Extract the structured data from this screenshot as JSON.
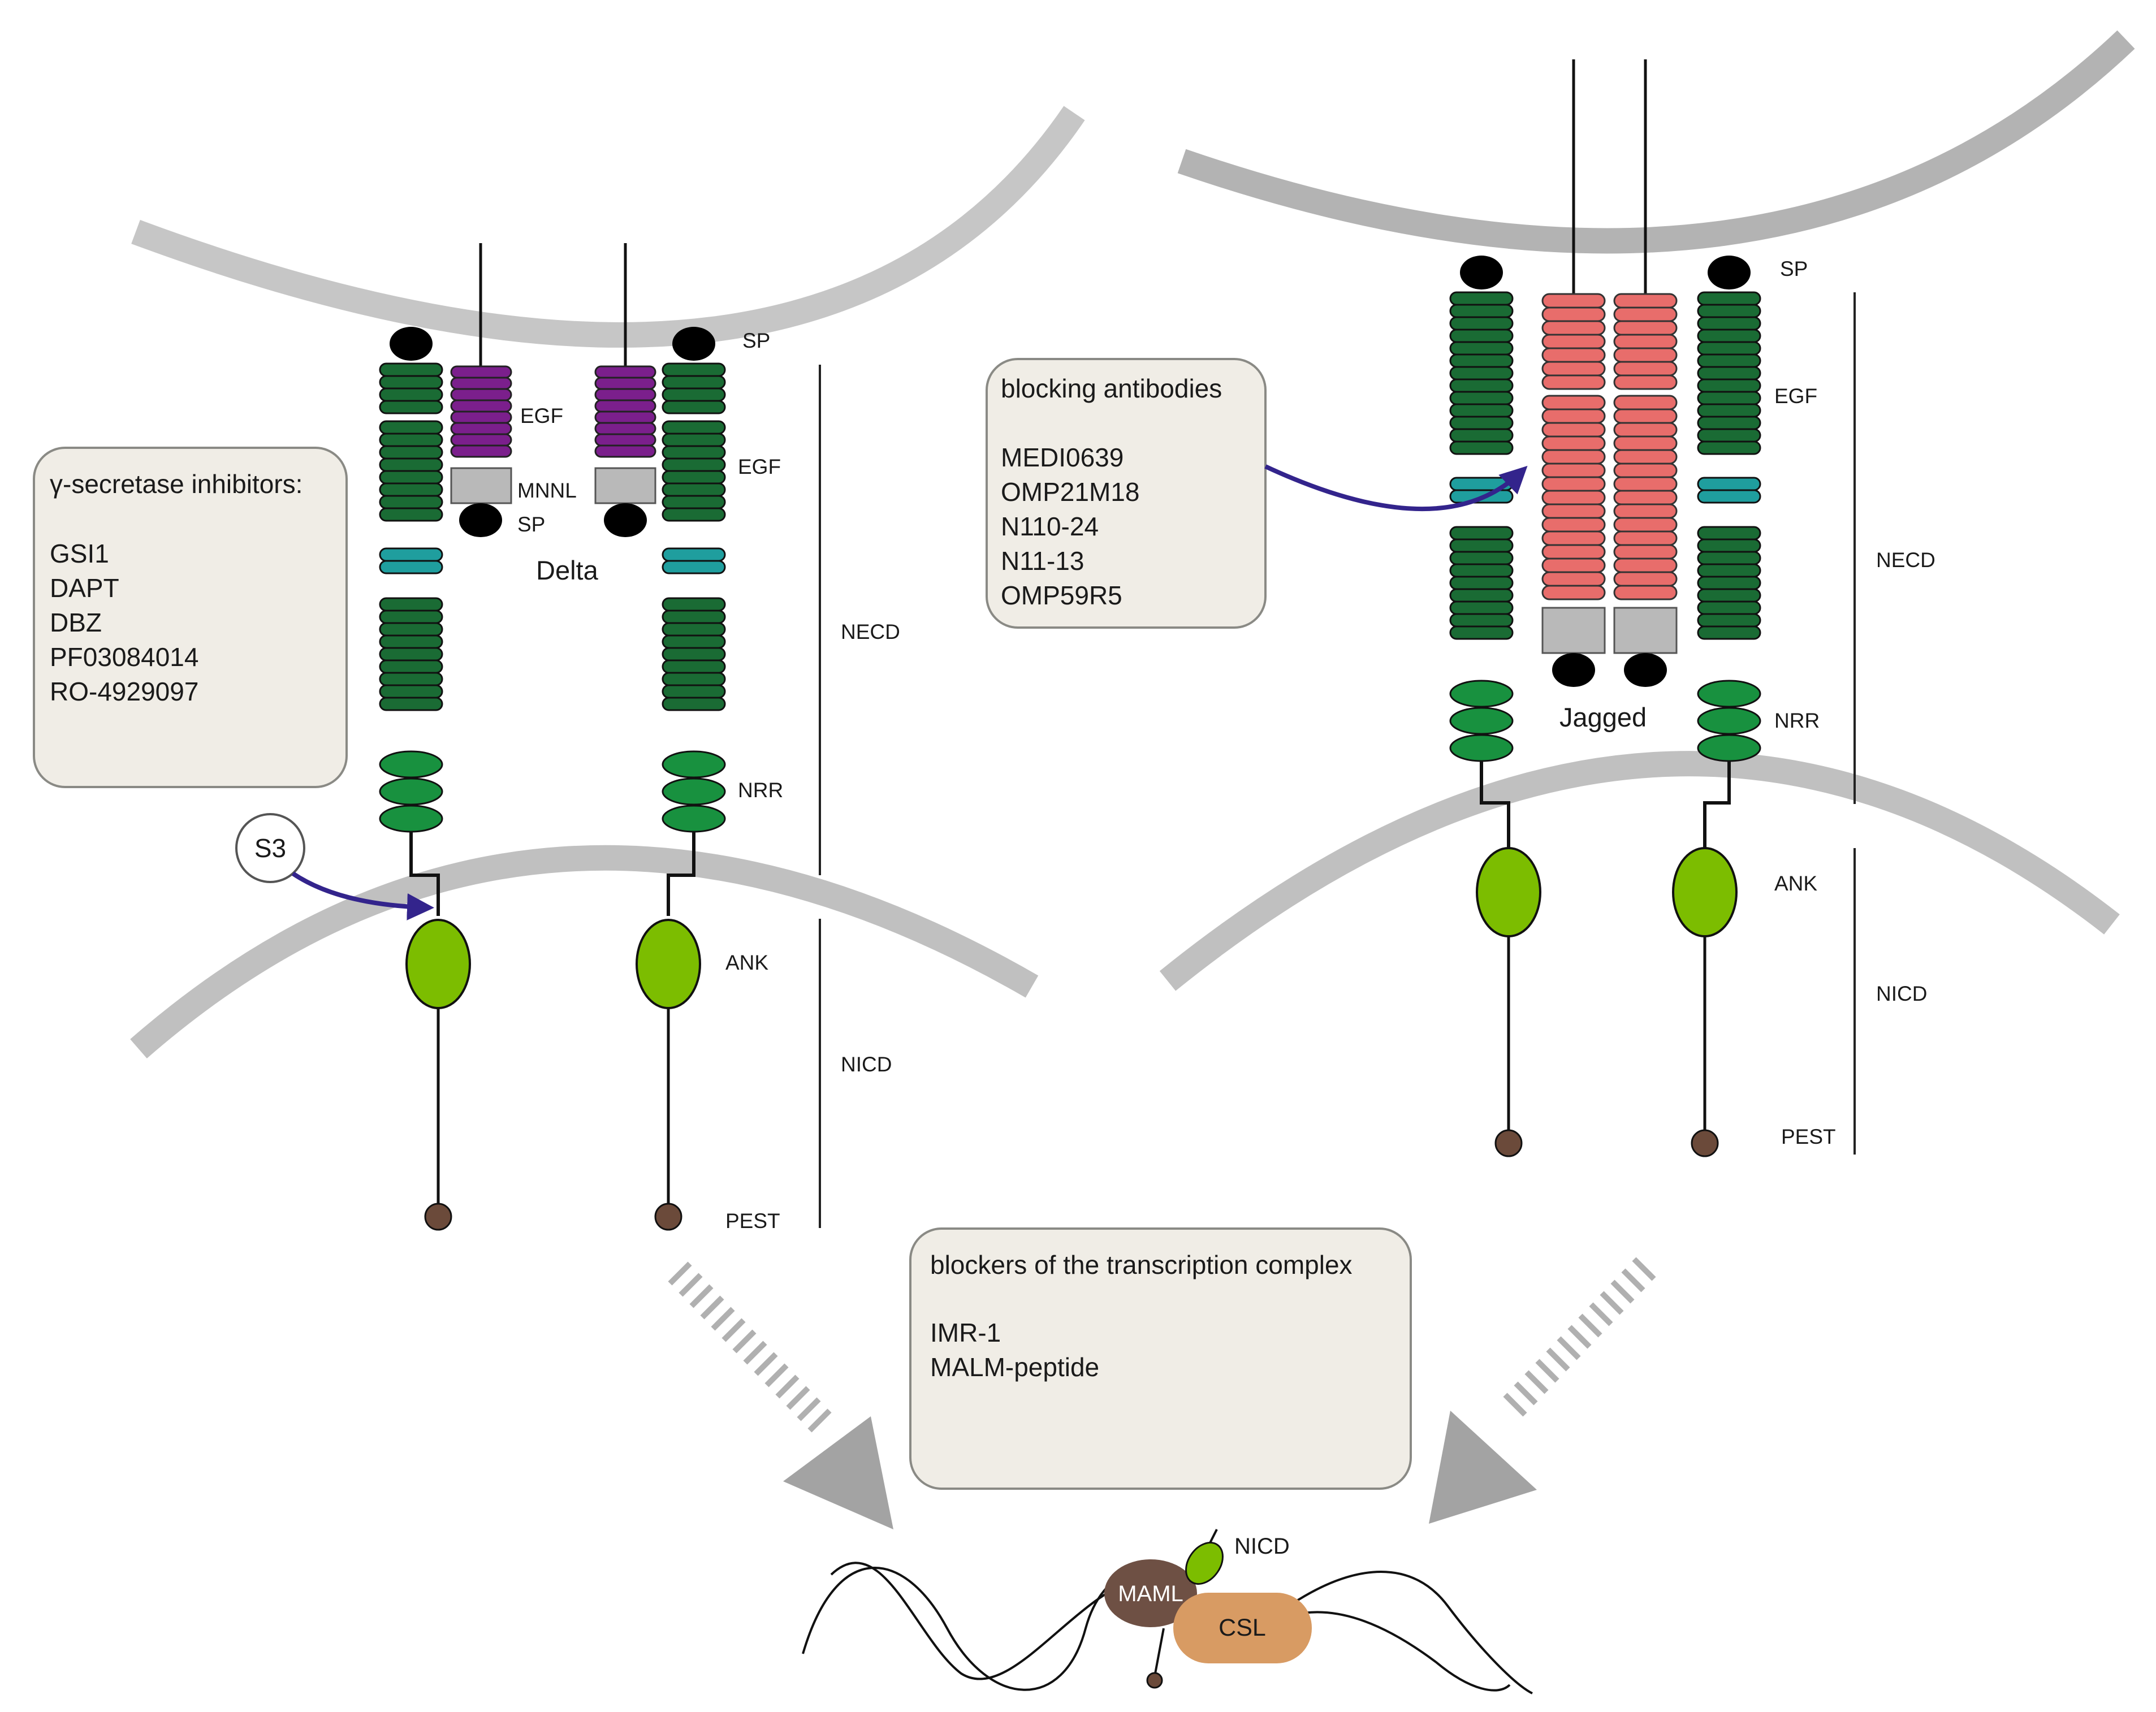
{
  "colors": {
    "membrane_light": "#c6c6c6",
    "membrane_dark": "#b3b3b3",
    "egf_dark": "#1a6b34",
    "egf_purple": "#7b1f8c",
    "jagged_red": "#e86d6b",
    "teal": "#1f9e9e",
    "nrr_green": "#18913f",
    "ank_green": "#7cbd00",
    "pest_brown": "#6b4a3a",
    "box_fill": "#f0ede6",
    "box_stroke": "#8a8a85",
    "arrow": "#33248c",
    "gray_block": "#b9b9b9",
    "maml": "#6e5044",
    "csl": "#d89b63"
  },
  "delta_panel": {
    "ligand_name": "Delta",
    "ligand_labels": {
      "egf": "EGF",
      "mnnl": "MNNL",
      "sp": "SP"
    },
    "receptor_labels": {
      "sp": "SP",
      "egf": "EGF",
      "nrr": "NRR",
      "ank": "ANK",
      "pest": "PEST",
      "necd": "NECD",
      "nicd": "NICD"
    },
    "cleavage_site": "S3",
    "inhibitor_box": {
      "title": "γ-secretase inhibitors:",
      "items": [
        "GSI1",
        "DAPT",
        "DBZ",
        "PF03084014",
        "RO-4929097"
      ]
    }
  },
  "jagged_panel": {
    "ligand_name": "Jagged",
    "receptor_labels": {
      "sp": "SP",
      "egf": "EGF",
      "nrr": "NRR",
      "ank": "ANK",
      "pest": "PEST",
      "necd": "NECD",
      "nicd": "NICD"
    },
    "antibody_box": {
      "title": "blocking antibodies",
      "items": [
        "MEDI0639",
        "OMP21M18",
        "N110-24",
        "N11-13",
        "OMP59R5"
      ]
    }
  },
  "transcription_box": {
    "title": "blockers of the transcription complex",
    "items": [
      "IMR-1",
      "MALM-peptide"
    ]
  },
  "nucleus_complex": {
    "maml": "MAML",
    "csl": "CSL",
    "nicd": "NICD"
  }
}
